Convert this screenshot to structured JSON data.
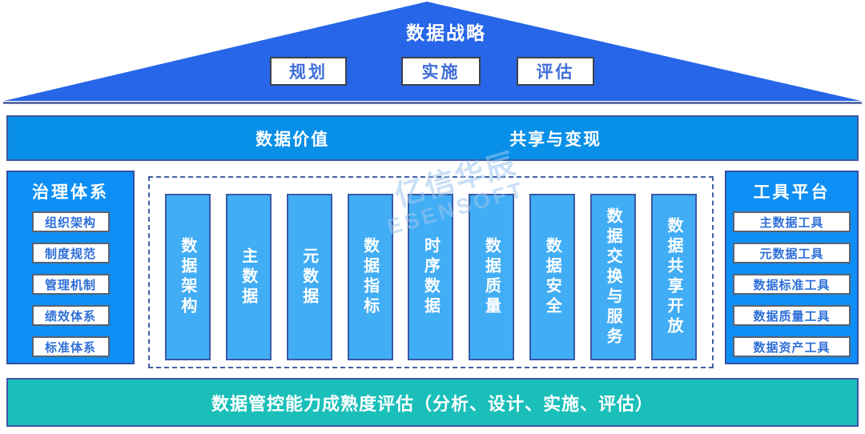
{
  "colors": {
    "roof_blue": "#2766e8",
    "bar_blue": "#0890e8",
    "panel_blue": "#0d8ff5",
    "column_blue": "#41adf5",
    "teal": "#1bbfba",
    "navy_border": "#3a55a0",
    "link_text_blue": "#2f6fd8"
  },
  "roof": {
    "title": "数据战略",
    "boxes": [
      "规划",
      "实施",
      "评估"
    ]
  },
  "value_bar": {
    "left_label": "数据价值",
    "right_label": "共享与变现"
  },
  "governance_panel": {
    "title": "治理体系",
    "items": [
      "组织架构",
      "制度规范",
      "管理机制",
      "绩效体系",
      "标准体系"
    ]
  },
  "capability_area": {
    "columns": [
      "数据架构",
      "主数据",
      "元数据",
      "数据指标",
      "时序数据",
      "数据质量",
      "数据安全",
      "数据交换与服务",
      "数据共享开放"
    ]
  },
  "tools_panel": {
    "title": "工具平台",
    "items": [
      "主数据工具",
      "元数据工具",
      "数据标准工具",
      "数据质量工具",
      "数据资产工具"
    ]
  },
  "maturity_bar": {
    "label": "数据管控能力成熟度评估（分析、设计、实施、评估）"
  },
  "watermark": {
    "line1": "亿信华辰",
    "line2": "ESENSOFT"
  }
}
